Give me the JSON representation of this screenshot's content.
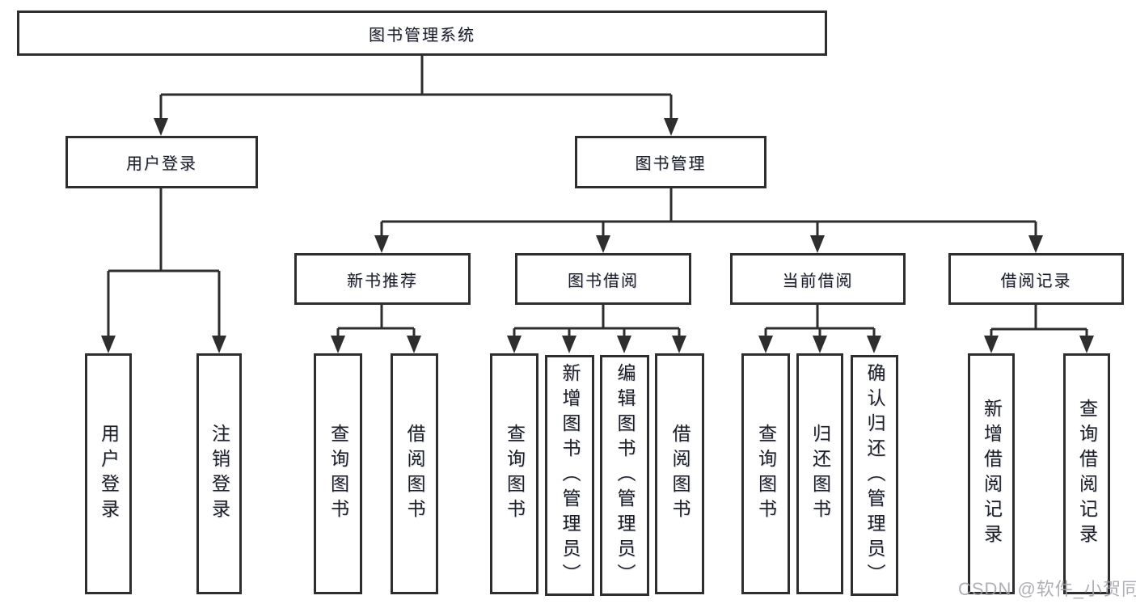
{
  "diagram": {
    "title_node": "图书管理系统",
    "level2": [
      "用户登录",
      "图书管理"
    ],
    "level3": [
      "新书推荐",
      "图书借阅",
      "当前借阅",
      "借阅记录"
    ],
    "leaves": {
      "user_login": [
        "用户登录",
        "注销登录"
      ],
      "new_book_recommendation": [
        "查询图书",
        "借阅图书"
      ],
      "book_borrowing": [
        "查询图书",
        "新增图书（管理员）",
        "编辑图书（管理员）",
        "借阅图书"
      ],
      "current_borrowing": [
        "查询图书",
        "归还图书",
        "确认归还（管理员）"
      ],
      "borrowing_records": [
        "新增借阅记录",
        "查询借阅记录"
      ]
    },
    "watermark": "CSDN @软件_小贺同学",
    "colors": {
      "line": "#2e2e2e",
      "text": "#1f1f1f",
      "box_background": "#ffffff",
      "watermark": "#a2a0a9"
    }
  }
}
